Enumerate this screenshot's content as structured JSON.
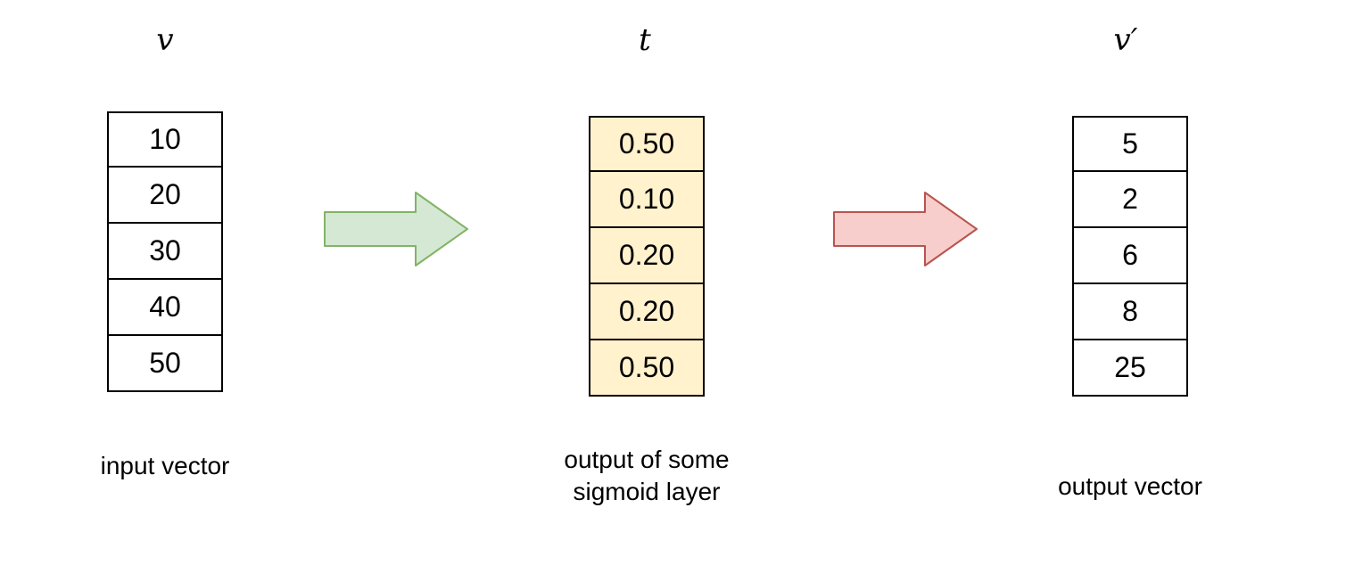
{
  "diagram": {
    "input_vector": {
      "symbol": "v",
      "caption": "input vector",
      "values": [
        "10",
        "20",
        "30",
        "40",
        "50"
      ],
      "cell_color": "#ffffff",
      "border_color": "#000000"
    },
    "sigmoid_output": {
      "symbol": "t",
      "caption": "output of some\nsigmoid layer",
      "values": [
        "0.50",
        "0.10",
        "0.20",
        "0.20",
        "0.50"
      ],
      "cell_color": "#fff2cc",
      "border_color": "#000000"
    },
    "output_vector": {
      "symbol": "v′",
      "caption": "output vector",
      "values": [
        "5",
        "2",
        "6",
        "8",
        "25"
      ],
      "cell_color": "#ffffff",
      "border_color": "#000000"
    },
    "arrows": [
      {
        "name": "green-right-arrow",
        "fill": "#d5e8d4",
        "stroke": "#82b366"
      },
      {
        "name": "red-right-arrow",
        "fill": "#f8cecc",
        "stroke": "#b85450"
      }
    ]
  }
}
